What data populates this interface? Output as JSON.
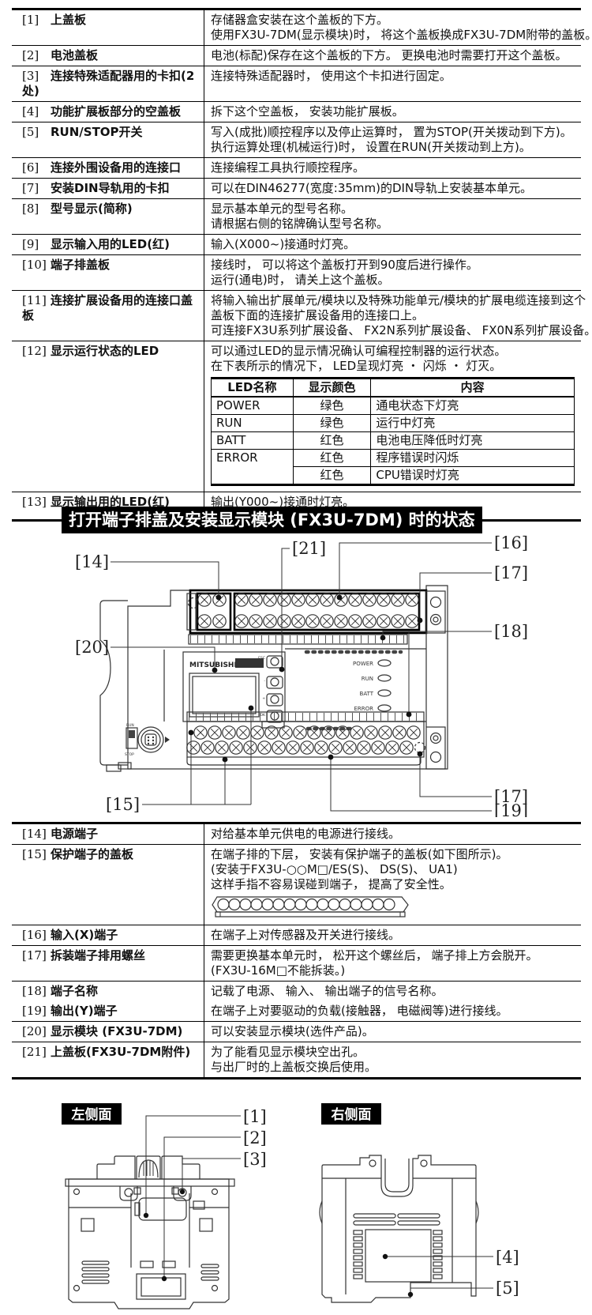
{
  "colors": {
    "ink": "#111111",
    "line": "#333333",
    "title_bg": "#000000",
    "title_fg": "#ffffff"
  },
  "table1": {
    "rows": [
      {
        "id": "[1]",
        "name": "上盖板",
        "lines": [
          "存储器盒安装在这个盖板的下方。",
          "使用FX3U-7DM(显示模块)时， 将这个盖板换成FX3U-7DM附带的盖板。"
        ]
      },
      {
        "id": "[2]",
        "name": "电池盖板",
        "lines": [
          "电池(标配)保存在这个盖板的下方。 更换电池时需要打开这个盖板。"
        ]
      },
      {
        "id": "[3]",
        "name": "连接特殊适配器用的卡扣(2处)",
        "lines": [
          "连接特殊适配器时， 使用这个卡扣进行固定。"
        ]
      },
      {
        "id": "[4]",
        "name": "功能扩展板部分的空盖板",
        "lines": [
          "拆下这个空盖板， 安装功能扩展板。"
        ]
      },
      {
        "id": "[5]",
        "name": "RUN/STOP开关",
        "lines": [
          "写入(成批)顺控程序以及停止运算时， 置为STOP(开关拨动到下方)。",
          "执行运算处理(机械运行)时， 设置在RUN(开关拨动到上方)。"
        ]
      },
      {
        "id": "[6]",
        "name": "连接外围设备用的连接口",
        "lines": [
          "连接编程工具执行顺控程序。"
        ]
      },
      {
        "id": "[7]",
        "name": "安装DIN导轨用的卡扣",
        "lines": [
          "可以在DIN46277(宽度:35mm)的DIN导轨上安装基本单元。"
        ]
      },
      {
        "id": "[8]",
        "name": "型号显示(简称)",
        "lines": [
          "显示基本单元的型号名称。",
          "请根据右侧的铭牌确认型号名称。"
        ]
      },
      {
        "id": "[9]",
        "name": "显示输入用的LED(红)",
        "lines": [
          "输入(X000~)接通时灯亮。"
        ]
      },
      {
        "id": "[10]",
        "name": "端子排盖板",
        "lines": [
          "接线时， 可以将这个盖板打开到90度后进行操作。",
          "运行(通电)时， 请关上这个盖板。"
        ]
      },
      {
        "id": "[11]",
        "name": "连接扩展设备用的连接口盖板",
        "lines": [
          "将输入输出扩展单元/模块以及特殊功能单元/模块的扩展电缆连接到这个",
          "盖板下面的连接扩展设备用的连接口上。",
          "可连接FX3U系列扩展设备、 FX2N系列扩展设备、 FX0N系列扩展设备。"
        ]
      },
      {
        "id": "[12]",
        "name": "显示运行状态的LED",
        "lines": [
          "可以通过LED的显示情况确认可编程控制器的运行状态。",
          "在下表所示的情况下， LED呈现灯亮 ・ 闪烁 ・ 灯灭。"
        ]
      },
      {
        "id": "[13]",
        "name": "显示输出用的LED(红)",
        "lines": [
          "输出(Y000~)接通时灯亮。"
        ]
      }
    ]
  },
  "led_table": {
    "headers": [
      "LED名称",
      "显示颜色",
      "内容"
    ],
    "rows": [
      {
        "name": "POWER",
        "color": "绿色",
        "desc": "通电状态下灯亮"
      },
      {
        "name": "RUN",
        "color": "绿色",
        "desc": "运行中灯亮"
      },
      {
        "name": "BATT",
        "color": "红色",
        "desc": "电池电压降低时灯亮"
      },
      {
        "name": "ERROR",
        "color": "红色",
        "desc": "程序错误时闪烁"
      },
      {
        "name": "",
        "color": "红色",
        "desc": "CPU错误时灯亮"
      }
    ]
  },
  "section_title": "打开端子排盖及安装显示模块 (FX3U-7DM) 时的状态",
  "diagram": {
    "callouts": {
      "c14": "[14]",
      "c15": "[15]",
      "c16": "[16]",
      "c17a": "[17]",
      "c17b": "[17]",
      "c18": "[18]",
      "c19": "[19]",
      "c20": "[20]",
      "c21": "[21]"
    },
    "device": {
      "brand": "MITSUBISHI",
      "buttons": [
        "ESC",
        "-",
        "+",
        "OK"
      ],
      "leds": [
        "POWER",
        "RUN",
        "BATT",
        "ERROR"
      ],
      "switch_top": "RUN",
      "switch_bottom": "STOP"
    }
  },
  "table2": {
    "rows": [
      {
        "id": "[14]",
        "name": "电源端子",
        "lines": [
          "对给基本单元供电的电源进行接线。"
        ]
      },
      {
        "id": "[15]",
        "name": "保护端子的盖板",
        "lines": [
          "在端子排的下层， 安装有保护端子的盖板(如下图所示)。",
          "(安装于FX3U-○○M□/ES(S)、 DS(S)、 UA1)",
          "这样手指不容易误碰到端子， 提高了安全性。"
        ]
      },
      {
        "id": "[16]",
        "name": "输入(X)端子",
        "lines": [
          "在端子上对传感器及开关进行接线。"
        ]
      },
      {
        "id": "[17]",
        "name": "拆装端子排用螺丝",
        "lines": [
          "需要更换基本单元时， 松开这个螺丝后， 端子排上方会脱开。",
          "(FX3U-16M□不能拆装。)"
        ]
      },
      {
        "id": "[18]",
        "name": "端子名称",
        "lines": [
          "记载了电源、 输入、 输出端子的信号名称。"
        ]
      },
      {
        "id": "[19]",
        "name": "输出(Y)端子",
        "lines": [
          "在端子上对要驱动的负载(接触器， 电磁阀等)进行接线。"
        ]
      },
      {
        "id": "[20]",
        "name": "显示模块 (FX3U-7DM)",
        "lines": [
          "可以安装显示模块(选件产品)。"
        ]
      },
      {
        "id": "[21]",
        "name": "上盖板(FX3U-7DM附件)",
        "lines": [
          "为了能看见显示模块空出孔。",
          "与出厂时的上盖板交换后使用。"
        ]
      }
    ]
  },
  "side_views": {
    "left_title": "左侧面",
    "right_title": "右侧面",
    "callouts": {
      "c1": "[1]",
      "c2": "[2]",
      "c3": "[3]",
      "c4": "[4]",
      "c5": "[5]"
    }
  }
}
